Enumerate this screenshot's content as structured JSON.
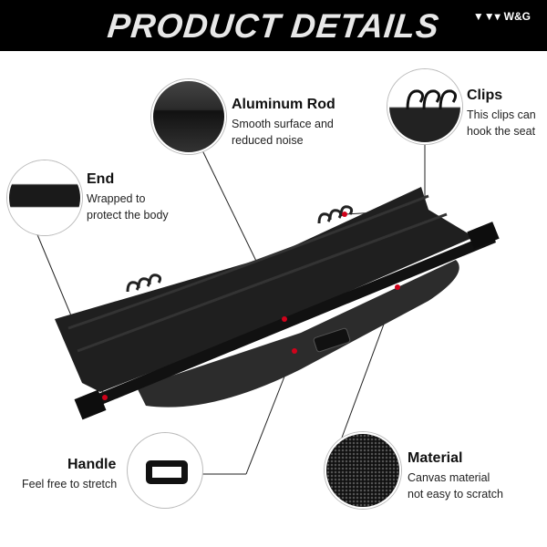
{
  "header": {
    "title": "PRODUCT DETAILS",
    "brand": "W&G"
  },
  "features": {
    "rod": {
      "title": "Aluminum Rod",
      "desc1": "Smooth surface and",
      "desc2": "reduced noise"
    },
    "clips": {
      "title": "Clips",
      "desc1": "This clips can",
      "desc2": "hook the seat"
    },
    "end": {
      "title": "End",
      "desc1": "Wrapped to",
      "desc2": "protect the body"
    },
    "handle": {
      "title": "Handle",
      "desc1": "Feel free to stretch"
    },
    "material": {
      "title": "Material",
      "desc1": "Canvas material",
      "desc2": "not easy to scratch"
    }
  },
  "colors": {
    "accent": "#d0021b",
    "product": "#1c1c1c"
  }
}
